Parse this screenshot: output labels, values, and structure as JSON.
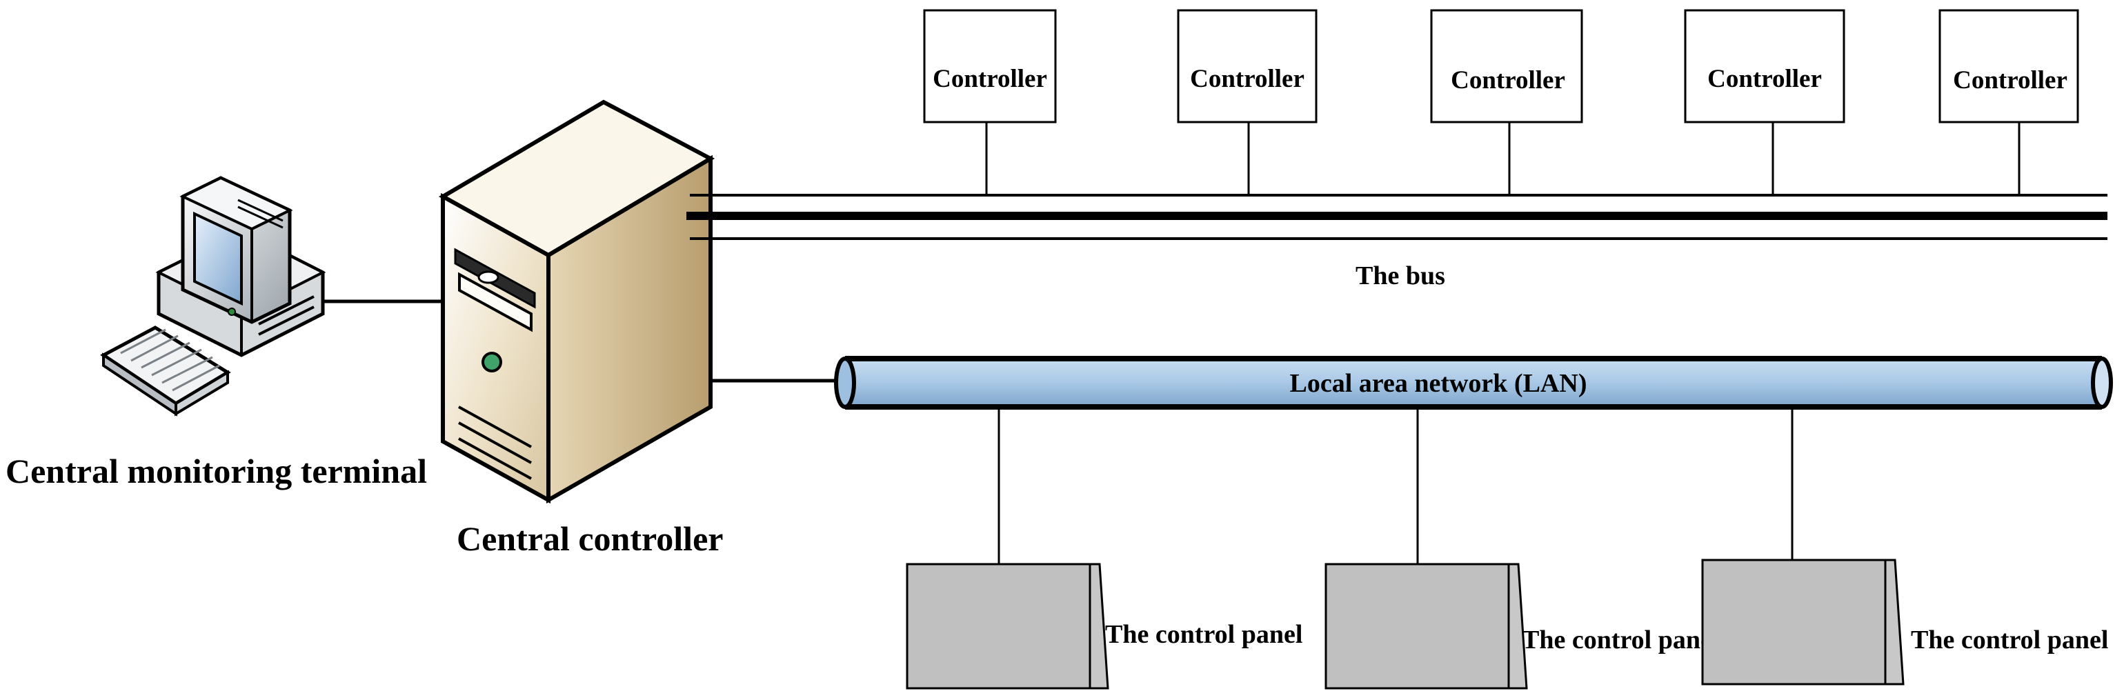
{
  "terminal": {
    "label": "Central monitoring terminal"
  },
  "central_controller": {
    "label": "Central controller"
  },
  "bus": {
    "label": "The bus"
  },
  "lan": {
    "label": "Local area network (LAN)"
  },
  "controllers": [
    {
      "label": "Controller"
    },
    {
      "label": "Controller"
    },
    {
      "label": "Controller"
    },
    {
      "label": "Controller"
    },
    {
      "label": "Controller"
    }
  ],
  "control_panels": [
    {
      "label": "The control panel"
    },
    {
      "label": "The control panel"
    },
    {
      "label": "The control panel"
    }
  ],
  "colors": {
    "lan_fill": "#a9c8e6",
    "panel_fill": "#c0c0c0",
    "server_face": "#efe4cc",
    "server_side": "#cdb68c"
  }
}
